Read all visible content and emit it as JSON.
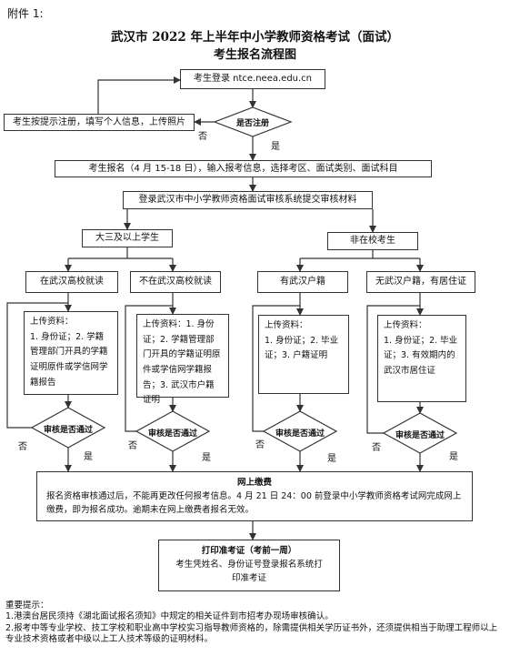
{
  "header": {
    "attachment": "附件 1:",
    "title": "武汉市 2022 年上半年中小学教师资格考试（面试）",
    "subtitle": "考生报名流程图"
  },
  "flow": {
    "login": "考生登录 ntce.neea.edu.cn",
    "register_check": "是否注册",
    "register_step": "考生按提示注册，填写个人信息，上传照片",
    "no": "否",
    "yes": "是",
    "signup": "考生报名（4 月 15-18 日），输入报考信息，选择考区、面试类别、面试科目",
    "submit": "登录武汉市中小学教师资格面试审核系统提交审核材料",
    "junior": "大三及以上学生",
    "non_student": "非在校考生",
    "in_wuhan_school": "在武汉高校就读",
    "not_in_wuhan_school": "不在武汉高校就读",
    "wuhan_hukou": "有武汉户籍",
    "no_hukou_residence": "无武汉户籍，有居住证",
    "upload1": "上传资料：\n1. 身份证；2. 学籍管理部门开具的学籍证明原件或学信网学籍报告",
    "upload2": "上传资料：1. 身份证；2. 学籍管理部门开具的学籍证明原件或学信网学籍报告；3. 武汉市户籍证明",
    "upload3": "上传资料：\n1. 身份证；2. 毕业证；3. 户籍证明",
    "upload4": "上传资料：\n1. 身份证；2. 毕业证；3. 有效期内的武汉市居住证",
    "review": "审核是否通过",
    "pay_title": "网上缴费",
    "pay_text": "报名资格审核通过后，不能再更改任何报考信息。4 月 21 日 24：00 前登录中小学教师资格考试网完成网上缴费，即为报名成功。逾期未在网上缴费者报名无效。",
    "print_title": "打印准考证（考前一周）",
    "print_text": "考生凭姓名、身份证号登录报名系统打印准考证"
  },
  "notes": {
    "heading": "重要提示：",
    "items": [
      "1.港澳台居民须持《湖北面试报名须知》中规定的相关证件到市招考办现场审核确认。",
      "2.报考中等专业学校、技工学校和职业高中学校实习指导教师资格的，除需提供相关学历证书外，还须提供相当于助理工程师以上专业技术资格或者中级以上工人技术等级的证明材料。"
    ]
  }
}
